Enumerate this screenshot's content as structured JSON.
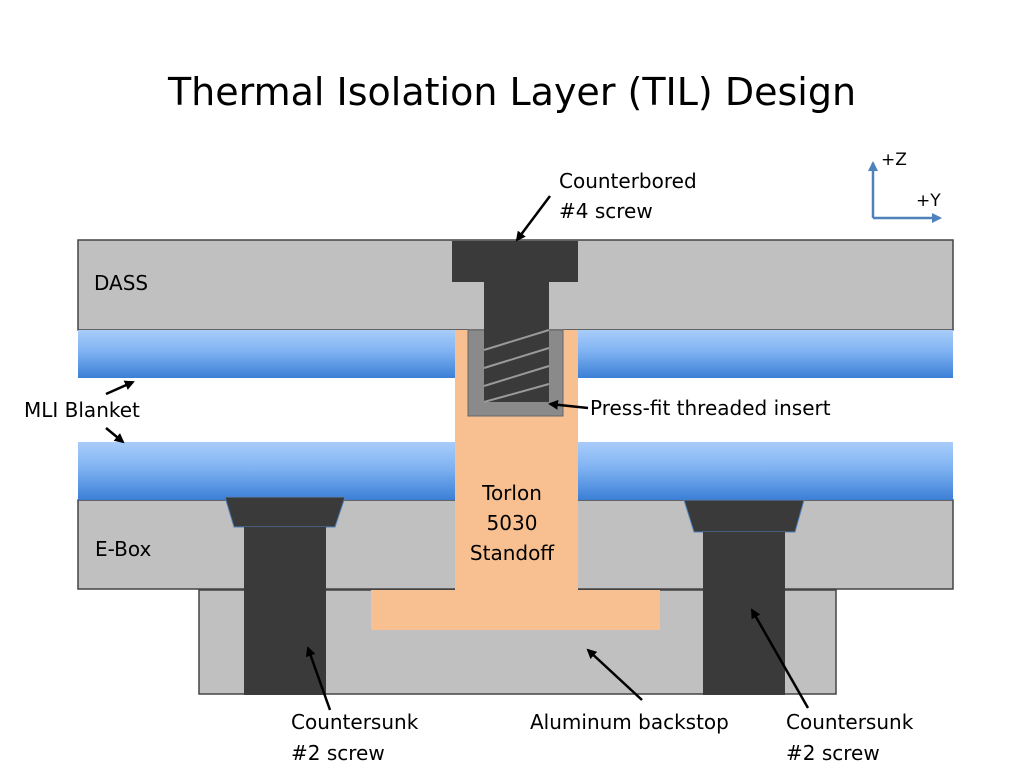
{
  "title": "Thermal Isolation Layer (TIL) Design",
  "labels": {
    "counterbored_line1": "Counterbored",
    "counterbored_line2": "#4 screw",
    "dass": "DASS",
    "mli_blanket": "MLI Blanket",
    "press_fit_insert": "Press-fit threaded insert",
    "torlon_line1": "Torlon",
    "torlon_line2": "5030",
    "torlon_line3": "Standoff",
    "ebox": "E-Box",
    "countersunk_left_line1": "Countersunk",
    "countersunk_left_line2": "#2 screw",
    "aluminum_backstop": "Aluminum backstop",
    "countersunk_right_line1": "Countersunk",
    "countersunk_right_line2": "#2 screw"
  },
  "axes": {
    "z_label": "+Z",
    "y_label": "+Y"
  },
  "colors": {
    "gray_plate": "#c0c0c0",
    "screw_dark": "#3a3a3a",
    "mli_blue": "#4a8fe0",
    "mli_blue_light": "#93c0f5",
    "torlon_orange": "#f8c090",
    "axis_blue": "#4f81bd"
  }
}
